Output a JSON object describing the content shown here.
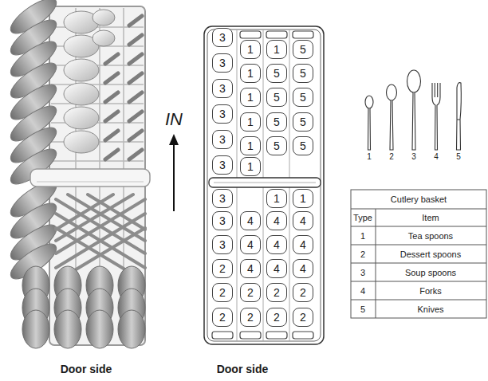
{
  "diagram": {
    "nodes": [
      {
        "text": [
          "3"
        ]
      },
      {
        "text": [
          "1"
        ]
      },
      {
        "text": [
          "1"
        ]
      },
      {
        "text": [
          "5"
        ]
      },
      {
        "text": [
          "3"
        ]
      },
      {
        "text": [
          "1"
        ]
      },
      {
        "text": [
          "5"
        ]
      },
      {
        "text": [
          "5"
        ]
      },
      {
        "text": [
          "3"
        ]
      },
      {
        "text": [
          "1"
        ]
      },
      {
        "text": [
          "5"
        ]
      },
      {
        "text": [
          "5"
        ]
      },
      {
        "text": [
          "3"
        ]
      },
      {
        "text": [
          "1"
        ]
      },
      {
        "text": [
          "5"
        ]
      },
      {
        "text": [
          "5"
        ]
      },
      {
        "text": [
          "3"
        ]
      },
      {
        "text": [
          "1"
        ]
      },
      {
        "text": [
          "5"
        ]
      },
      {
        "text": [
          "5"
        ]
      },
      {
        "text": [
          "3"
        ]
      },
      {
        "text": [
          "1"
        ]
      },
      {
        "text": [
          "3"
        ]
      },
      {
        "text": [
          "1"
        ]
      },
      {
        "text": [
          "1"
        ]
      },
      {
        "text": [
          "3"
        ]
      },
      {
        "text": [
          "4"
        ]
      },
      {
        "text": [
          "4"
        ]
      },
      {
        "text": [
          "4"
        ]
      },
      {
        "text": [
          "3"
        ]
      },
      {
        "text": [
          "4"
        ]
      },
      {
        "text": [
          "4"
        ]
      },
      {
        "text": [
          "4"
        ]
      },
      {
        "text": [
          "2"
        ]
      },
      {
        "text": [
          "4"
        ]
      },
      {
        "text": [
          "4"
        ]
      },
      {
        "text": [
          "4"
        ]
      },
      {
        "text": [
          "2"
        ]
      },
      {
        "text": [
          "2"
        ]
      },
      {
        "text": [
          "2"
        ]
      },
      {
        "text": [
          "2"
        ]
      },
      {
        "text": [
          "2"
        ]
      },
      {
        "text": [
          "2"
        ]
      },
      {
        "text": [
          "2"
        ]
      },
      {
        "text": [
          "2"
        ]
      }
    ],
    "labels": [
      "IN",
      "1",
      "2",
      "3",
      "4",
      "5",
      "Cutlery basket",
      "Type",
      "Item",
      "1",
      "Tea spoons",
      "2",
      "Dessert spoons",
      "3",
      "Soup spoons",
      "4",
      "Forks",
      "5",
      "Knives",
      "Door side",
      "Door side"
    ]
  }
}
